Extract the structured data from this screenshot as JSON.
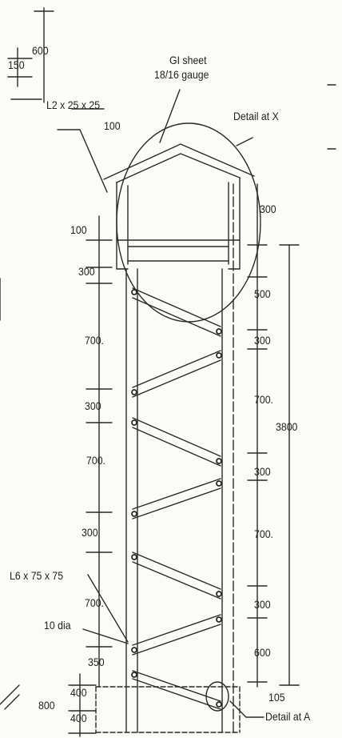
{
  "annotations": {
    "top_600": "600",
    "top_150": "150",
    "gi_sheet_line1": "GI sheet",
    "gi_sheet_line2": "18/16 gauge",
    "angle_top": "L2 x 25 x 25",
    "dim_100_top": "100",
    "detail_x": "Detail at X",
    "dim_300_right_top": "300",
    "dim_100_left": "100",
    "dim_300_left_1": "300",
    "dim_500_right": "500",
    "dim_700_left_1": "700.",
    "dim_300_right_1": "300",
    "dim_300_left_2": "300",
    "dim_700_right_1": "700.",
    "dim_3800": "3800",
    "dim_700_left_2": "700.",
    "dim_300_right_2": "300",
    "dim_300_left_3": "300",
    "dim_700_right_2": "700.",
    "angle_bottom": "L6 x 75 x 75",
    "dim_700_left_3": "700.",
    "dim_300_right_3": "300",
    "dia_10": "10 dia",
    "dim_600_right": "600",
    "dim_350": "350",
    "dim_800": "800",
    "dim_400_a": "400",
    "dim_400_b": "400",
    "dim_105": "105",
    "detail_a": "Detail at A"
  },
  "colors": {
    "ink": "#2a2a2a",
    "paper": "#fbfbf8"
  }
}
